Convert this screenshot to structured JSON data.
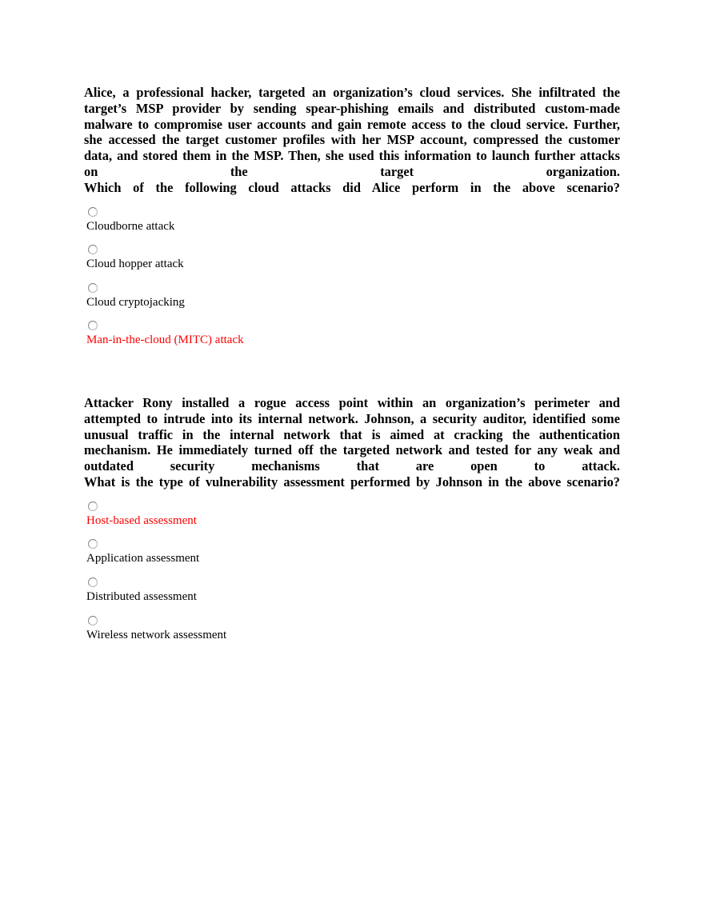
{
  "questions": [
    {
      "lines": [
        "Alice, a professional hacker, targeted an organization’s cloud services. She infiltrated the",
        "target’s MSP provider by sending spear-phishing emails and distributed custom-made",
        "malware to compromise user accounts and gain remote access to the cloud service. Further,",
        "she accessed the target customer profiles with her MSP account, compressed the customer",
        "data, and stored them in the MSP. Then, she used this information to launch further attacks",
        "on the target organization.",
        "Which of the following cloud attacks did Alice perform in the above scenario?"
      ],
      "options": [
        {
          "label": "Cloudborne attack",
          "highlighted": false
        },
        {
          "label": "Cloud hopper attack",
          "highlighted": false
        },
        {
          "label": "Cloud cryptojacking",
          "highlighted": false
        },
        {
          "label": "Man-in-the-cloud (MITC) attack",
          "highlighted": true
        }
      ]
    },
    {
      "lines": [
        "Attacker Rony installed a rogue access point within an organization’s perimeter and",
        "attempted to intrude into its internal network. Johnson, a security auditor, identified some",
        "unusual traffic in the internal network that is aimed at cracking the authentication",
        "mechanism. He immediately turned off the targeted network and tested for any weak and",
        "outdated security mechanisms that are open to attack.",
        "What is the type of vulnerability assessment performed by Johnson in the above scenario?"
      ],
      "options": [
        {
          "label": "Host-based assessment",
          "highlighted": true
        },
        {
          "label": "Application assessment",
          "highlighted": false
        },
        {
          "label": "Distributed assessment",
          "highlighted": false
        },
        {
          "label": "Wireless network assessment",
          "highlighted": false
        }
      ]
    }
  ],
  "colors": {
    "highlight": "#ff0000",
    "text": "#000000",
    "radio_border": "#b5b5b5"
  },
  "icons": {
    "radio": "radio-button-unselected-icon"
  }
}
